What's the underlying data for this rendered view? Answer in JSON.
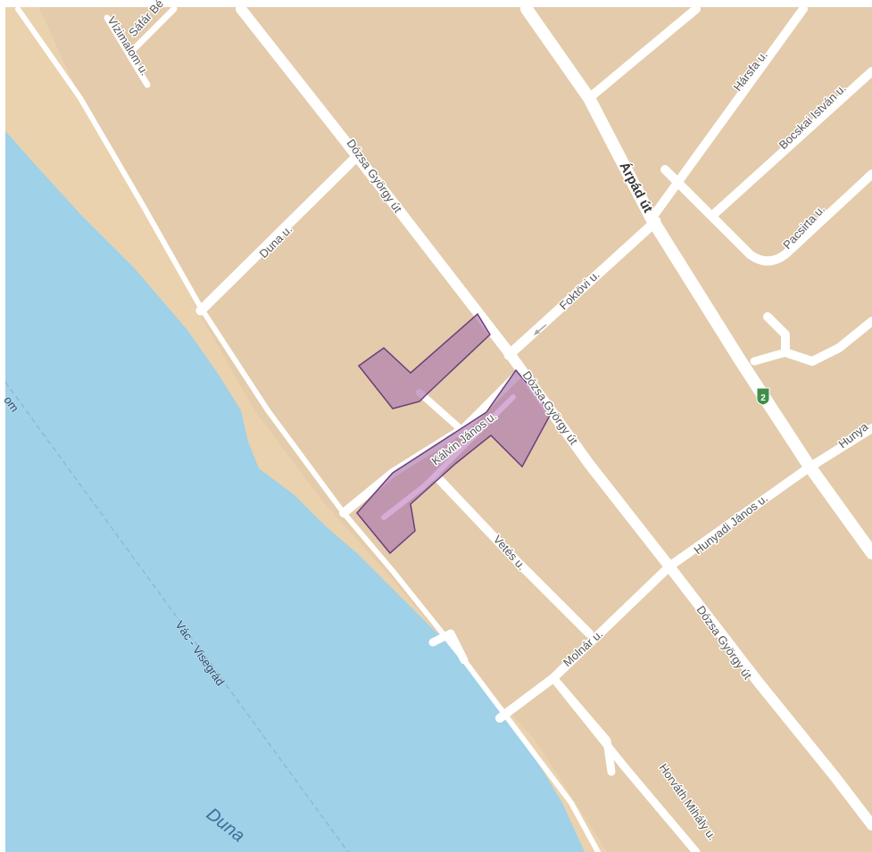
{
  "colors": {
    "land": "#e3cbab",
    "riverbank": "#ead2ae",
    "water": "#9fd1e8",
    "road": "#ffffff",
    "road_edge": "#d9c3a2",
    "highlight_fill": "#b07fb0",
    "highlight_stroke": "#6a3f7a",
    "shield": "#3f8f4a",
    "ferry": "#8fb4cf"
  },
  "streets": {
    "safar": "Sáfár Bé",
    "vizimalom": "Vízimalom u.",
    "harsfa": "Hársfa u.",
    "bocskai": "Bocskai István u.",
    "arpad": "Árpád út",
    "pacsirta": "Pacsirta u.",
    "dozsa_1": "Dózsa György út",
    "duna_u": "Duna u.",
    "foktovi": "Foktövi u.",
    "dozsa_2": "Dózsa György út",
    "kalvin": "Kálvin János u.",
    "vetes": "Vetés u.",
    "hunyadi_1": "Hunyadi János u.",
    "hunyadi_2": "Hunya",
    "molnar": "Molnár u.",
    "dozsa_3": "Dózsa György út",
    "horvath": "Horváth Mihály u."
  },
  "water": {
    "route_label": "Vác - Visegrád",
    "river_name": "Duna",
    "edge_fragment": "om"
  },
  "route_shield": "2",
  "icons": {
    "oneway": "oneway-arrow-icon",
    "shield": "route-shield-icon"
  }
}
